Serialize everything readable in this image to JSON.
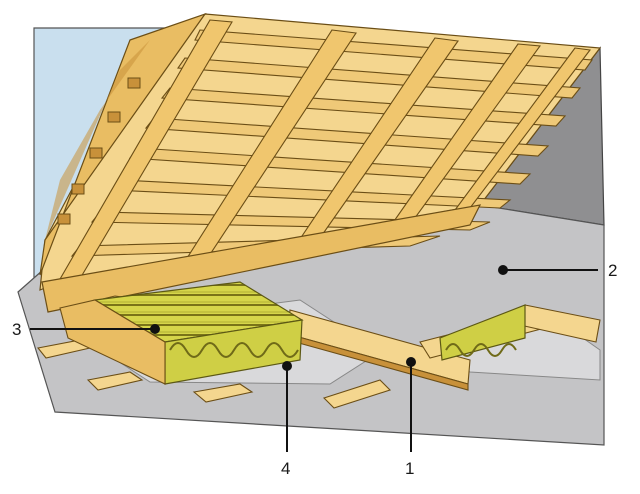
{
  "callouts": [
    {
      "id": "1",
      "label": "1"
    },
    {
      "id": "2",
      "label": "2"
    },
    {
      "id": "3",
      "label": "3"
    },
    {
      "id": "4",
      "label": "4"
    }
  ],
  "colors": {
    "sky": "#c9dfee",
    "wall": "#8f8f91",
    "floor": "#c4c4c6",
    "slab": "#d3d3d5",
    "wood_light": "#f4d68f",
    "wood_mid": "#e9bd63",
    "wood_dark": "#c8913a",
    "insulation": "#cfcf45",
    "insulation_dark": "#6f6a18",
    "leader": "#111111"
  }
}
